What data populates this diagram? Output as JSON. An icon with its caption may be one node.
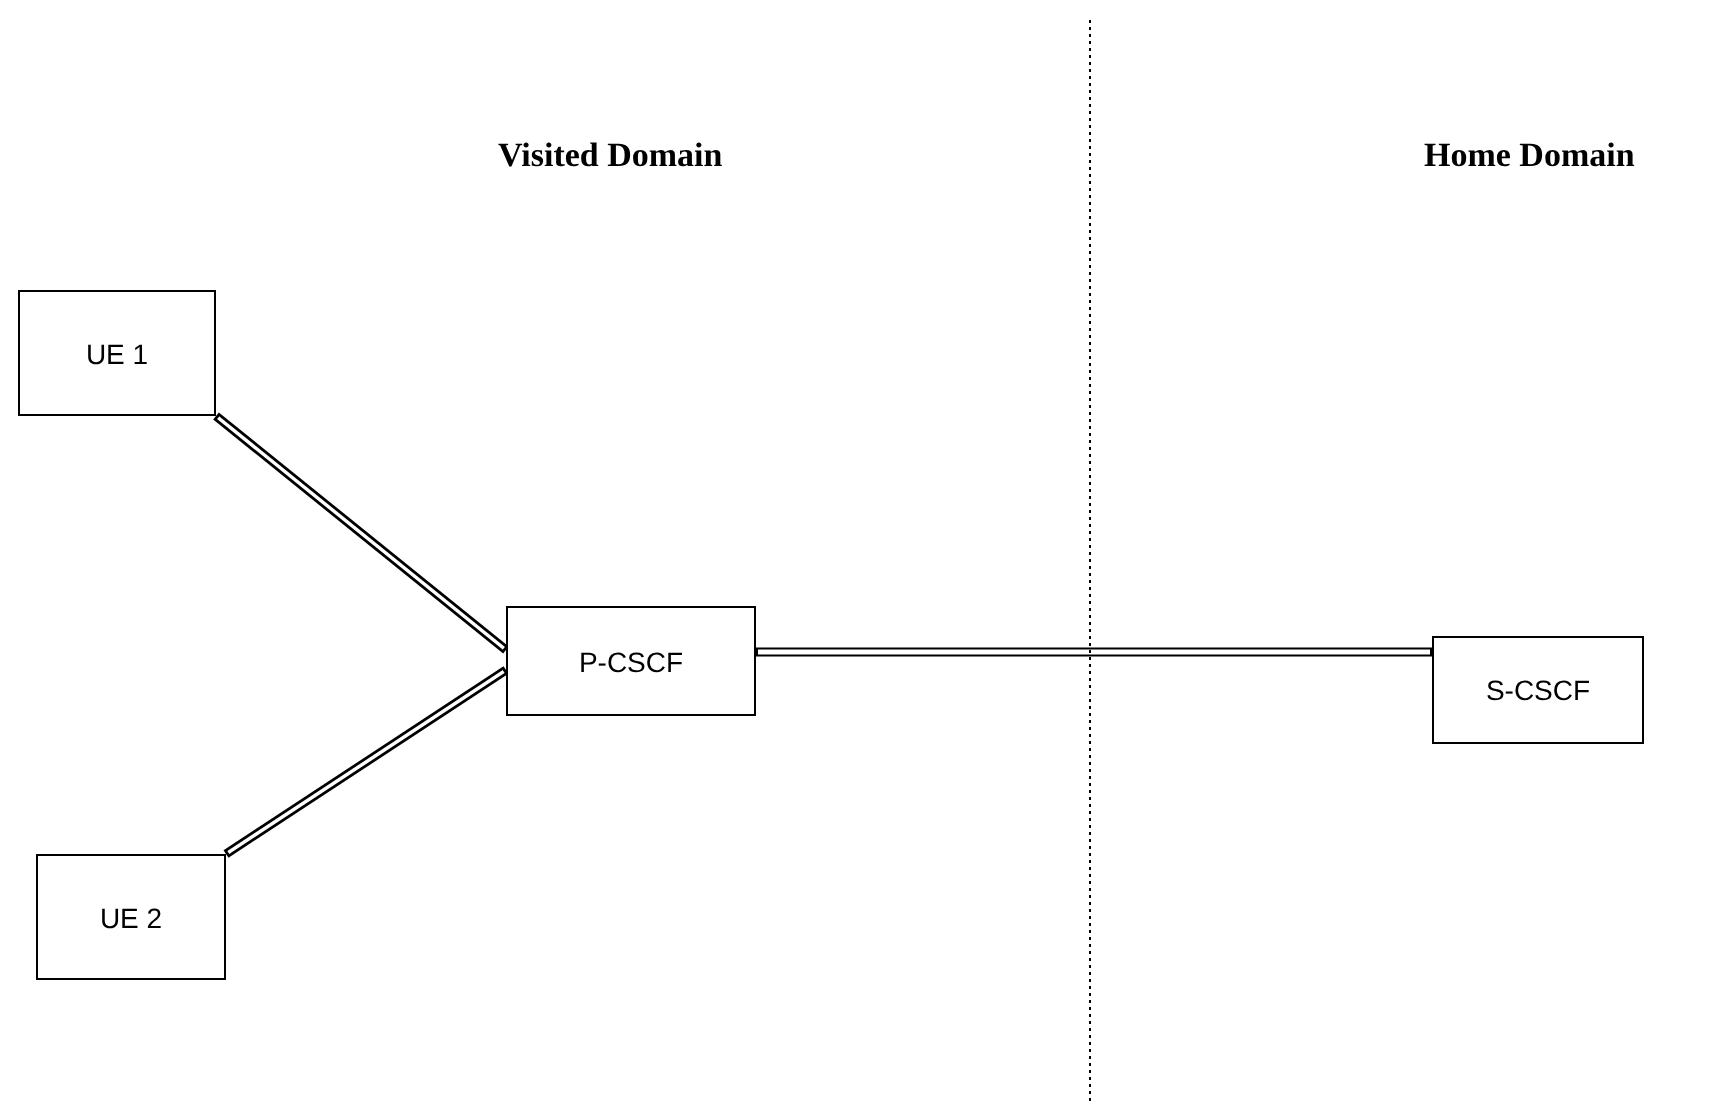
{
  "diagram": {
    "nodes": [
      {
        "text": [
          "UE 1"
        ]
      },
      {
        "text": [
          "P-CSCF"
        ]
      },
      {
        "text": [
          "S-CSCF"
        ]
      },
      {
        "text": [
          "UE 2"
        ]
      }
    ],
    "edges": [
      {
        "from": 0,
        "to": 1,
        "arrow": "none"
      },
      {
        "from": 3,
        "to": 1,
        "arrow": "none"
      },
      {
        "from": 1,
        "to": 2,
        "arrow": "none"
      }
    ],
    "labels": [
      "Visited Domain",
      "Home Domain"
    ]
  }
}
